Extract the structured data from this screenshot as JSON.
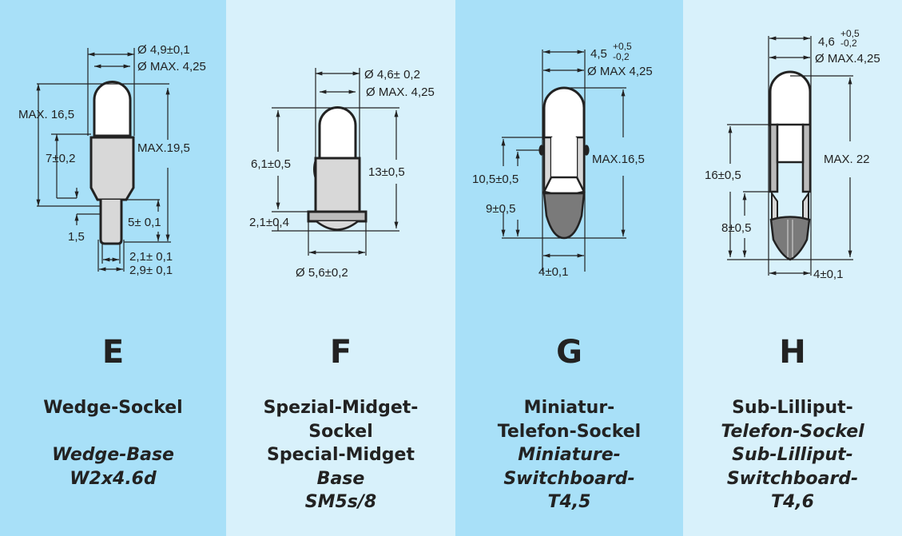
{
  "columns": [
    {
      "letter": "E",
      "caption_lines": [
        {
          "text": "Wedge-Sockel",
          "italic": false
        },
        {
          "text": "",
          "italic": false
        },
        {
          "text": "Wedge-Base",
          "italic": true
        },
        {
          "text": "W2x4.6d",
          "italic": true
        }
      ],
      "dimensions": {
        "d1": "Ø 4,9±0,1",
        "d2": "Ø MAX. 4,25",
        "h_max": "MAX. 16,5",
        "h_total": "MAX.19,5",
        "h_base": "7±0,2",
        "h_pin": "5± 0,1",
        "step": "1,5",
        "w_pin1": "2,1± 0,1",
        "w_pin2": "2,9± 0,1"
      }
    },
    {
      "letter": "F",
      "caption_lines": [
        {
          "text": "Spezial-Midget-",
          "italic": false
        },
        {
          "text": "Sockel",
          "italic": false
        },
        {
          "text": "Special-Midget",
          "italic": false
        },
        {
          "text": "Base",
          "italic": true
        },
        {
          "text": "SM5s/8",
          "italic": true
        }
      ],
      "dimensions": {
        "d1": "Ø 4,6± 0,2",
        "d2": "Ø MAX. 4,25",
        "h_bulb": "6,1±0,5",
        "h_total": "13±0,5",
        "h_flange": "2,1±0,4",
        "d_base": "Ø 5,6±0,2"
      }
    },
    {
      "letter": "G",
      "caption_lines": [
        {
          "text": "Miniatur-",
          "italic": false
        },
        {
          "text": "Telefon-Sockel",
          "italic": false
        },
        {
          "text": "Miniature-",
          "italic": true
        },
        {
          "text": "Switchboard-",
          "italic": true
        },
        {
          "text": "T4,5",
          "italic": true
        }
      ],
      "dimensions": {
        "d1": "4,5",
        "d1_tol_plus": "+0,5",
        "d1_tol_minus": "-0,2",
        "d2": "Ø MAX 4,25",
        "h_total": "MAX.16,5",
        "h_sleeve": "10,5±0,5",
        "h_notch": "9±0,5",
        "w_base": "4±0,1"
      }
    },
    {
      "letter": "H",
      "caption_lines": [
        {
          "text": "Sub-Lilliput-",
          "italic": false
        },
        {
          "text": "Telefon-Sockel",
          "italic": true
        },
        {
          "text": "Sub-Lilliput-",
          "italic": true
        },
        {
          "text": "Switchboard-",
          "italic": true
        },
        {
          "text": "T4,6",
          "italic": true
        }
      ],
      "dimensions": {
        "d1": "4,6",
        "d1_tol_plus": "+0,5",
        "d1_tol_minus": "-0,2",
        "d2": "Ø MAX.4,25",
        "h_total": "MAX. 22",
        "h_sleeve": "16±0,5",
        "h_notch": "8±0,5",
        "w_base": "4±0,1"
      }
    }
  ],
  "colors": {
    "panel_dark": "#a8e0f8",
    "panel_light": "#d8f1fb",
    "base_gray": "#d8d8d8",
    "tip_gray": "#7a7a7a"
  }
}
